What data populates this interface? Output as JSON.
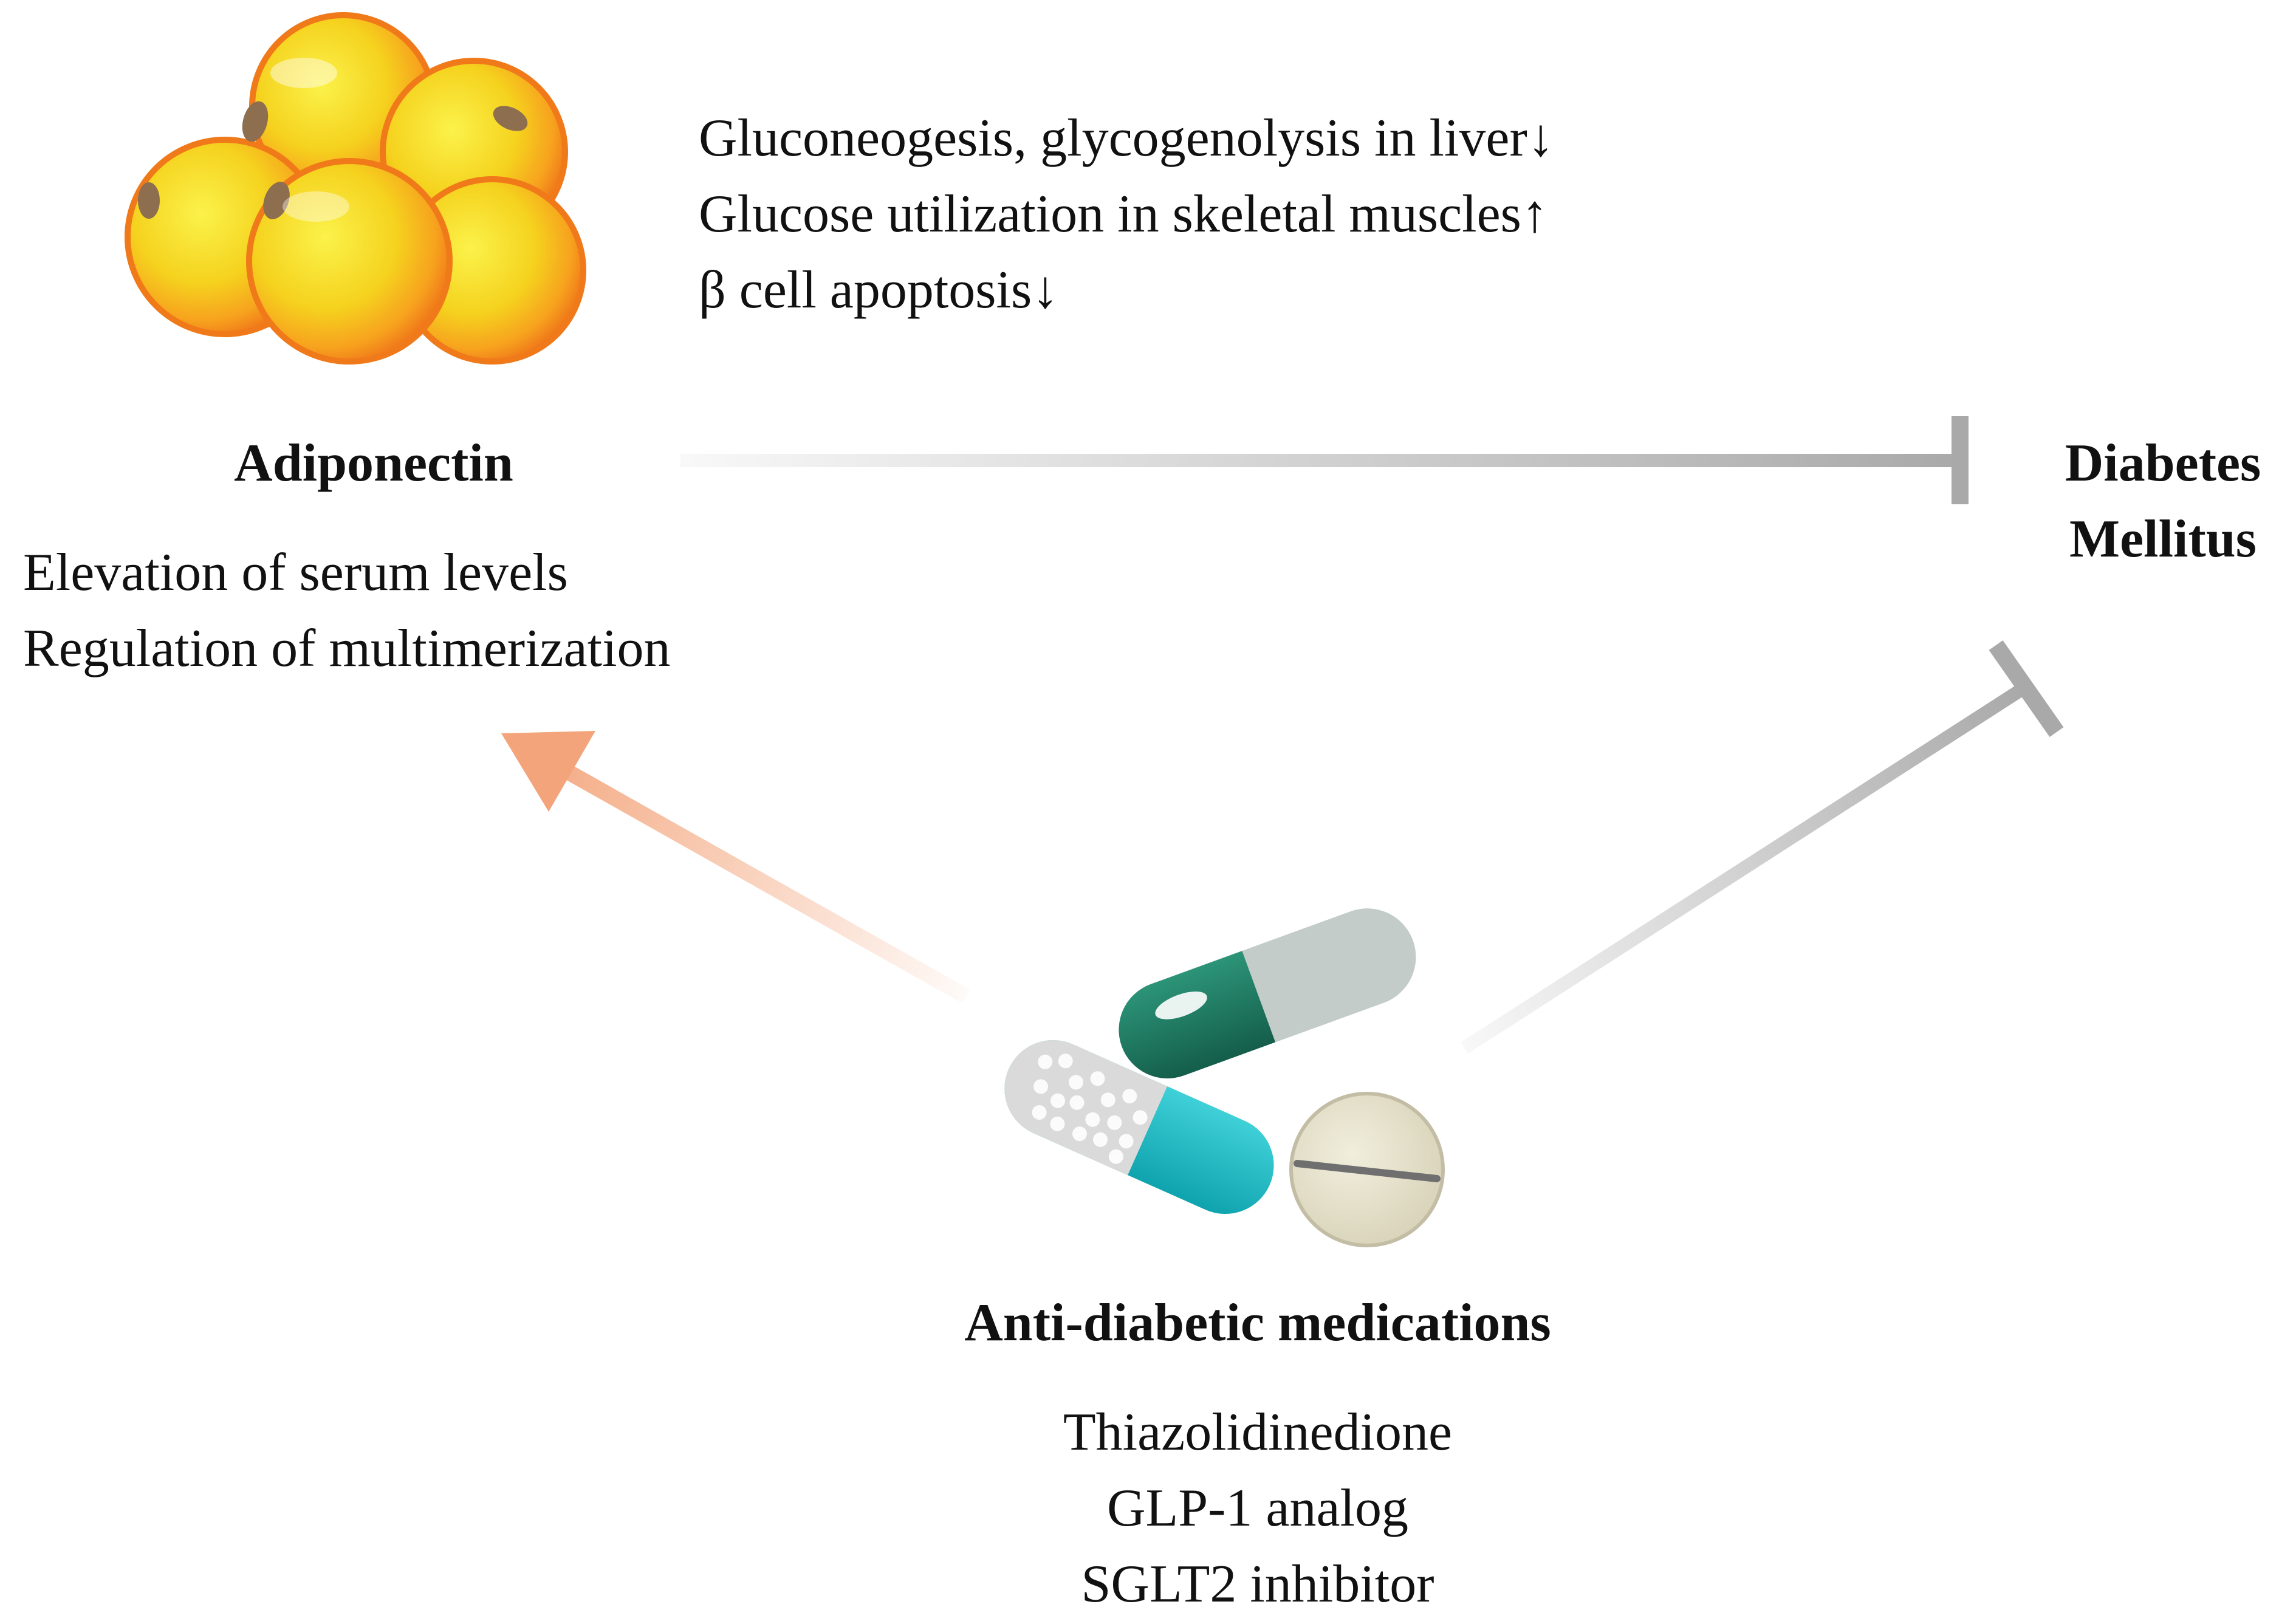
{
  "adiponectin": {
    "title": "Adiponectin",
    "effects": [
      "Gluconeogesis, glycogenolysis in liver↓",
      "Glucose utilization in skeletal muscles↑",
      "β cell apoptosis↓"
    ],
    "modulation": [
      "Elevation of serum levels",
      "Regulation of multimerization"
    ]
  },
  "disease": {
    "lines": [
      "Diabetes",
      "Mellitus"
    ]
  },
  "medications": {
    "title": "Anti-diabetic medications",
    "items": [
      "Thiazolidinedione",
      "GLP-1 analog",
      "SGLT2 inhibitor"
    ]
  },
  "colors": {
    "inhibit_arrow": "#a9a9a9",
    "activate_arrow": "#f3a47a",
    "adipocyte_fill": "#f5d21e",
    "adipocyte_rim": "#f07a1a",
    "capsule_dark_green": "#1e7a63",
    "capsule_teal": "#19b9c4",
    "tablet": "#e4e0cc"
  },
  "icons": {
    "adipocytes": "adipocyte-cluster-icon",
    "pills": "capsules-and-tablet-icon"
  }
}
